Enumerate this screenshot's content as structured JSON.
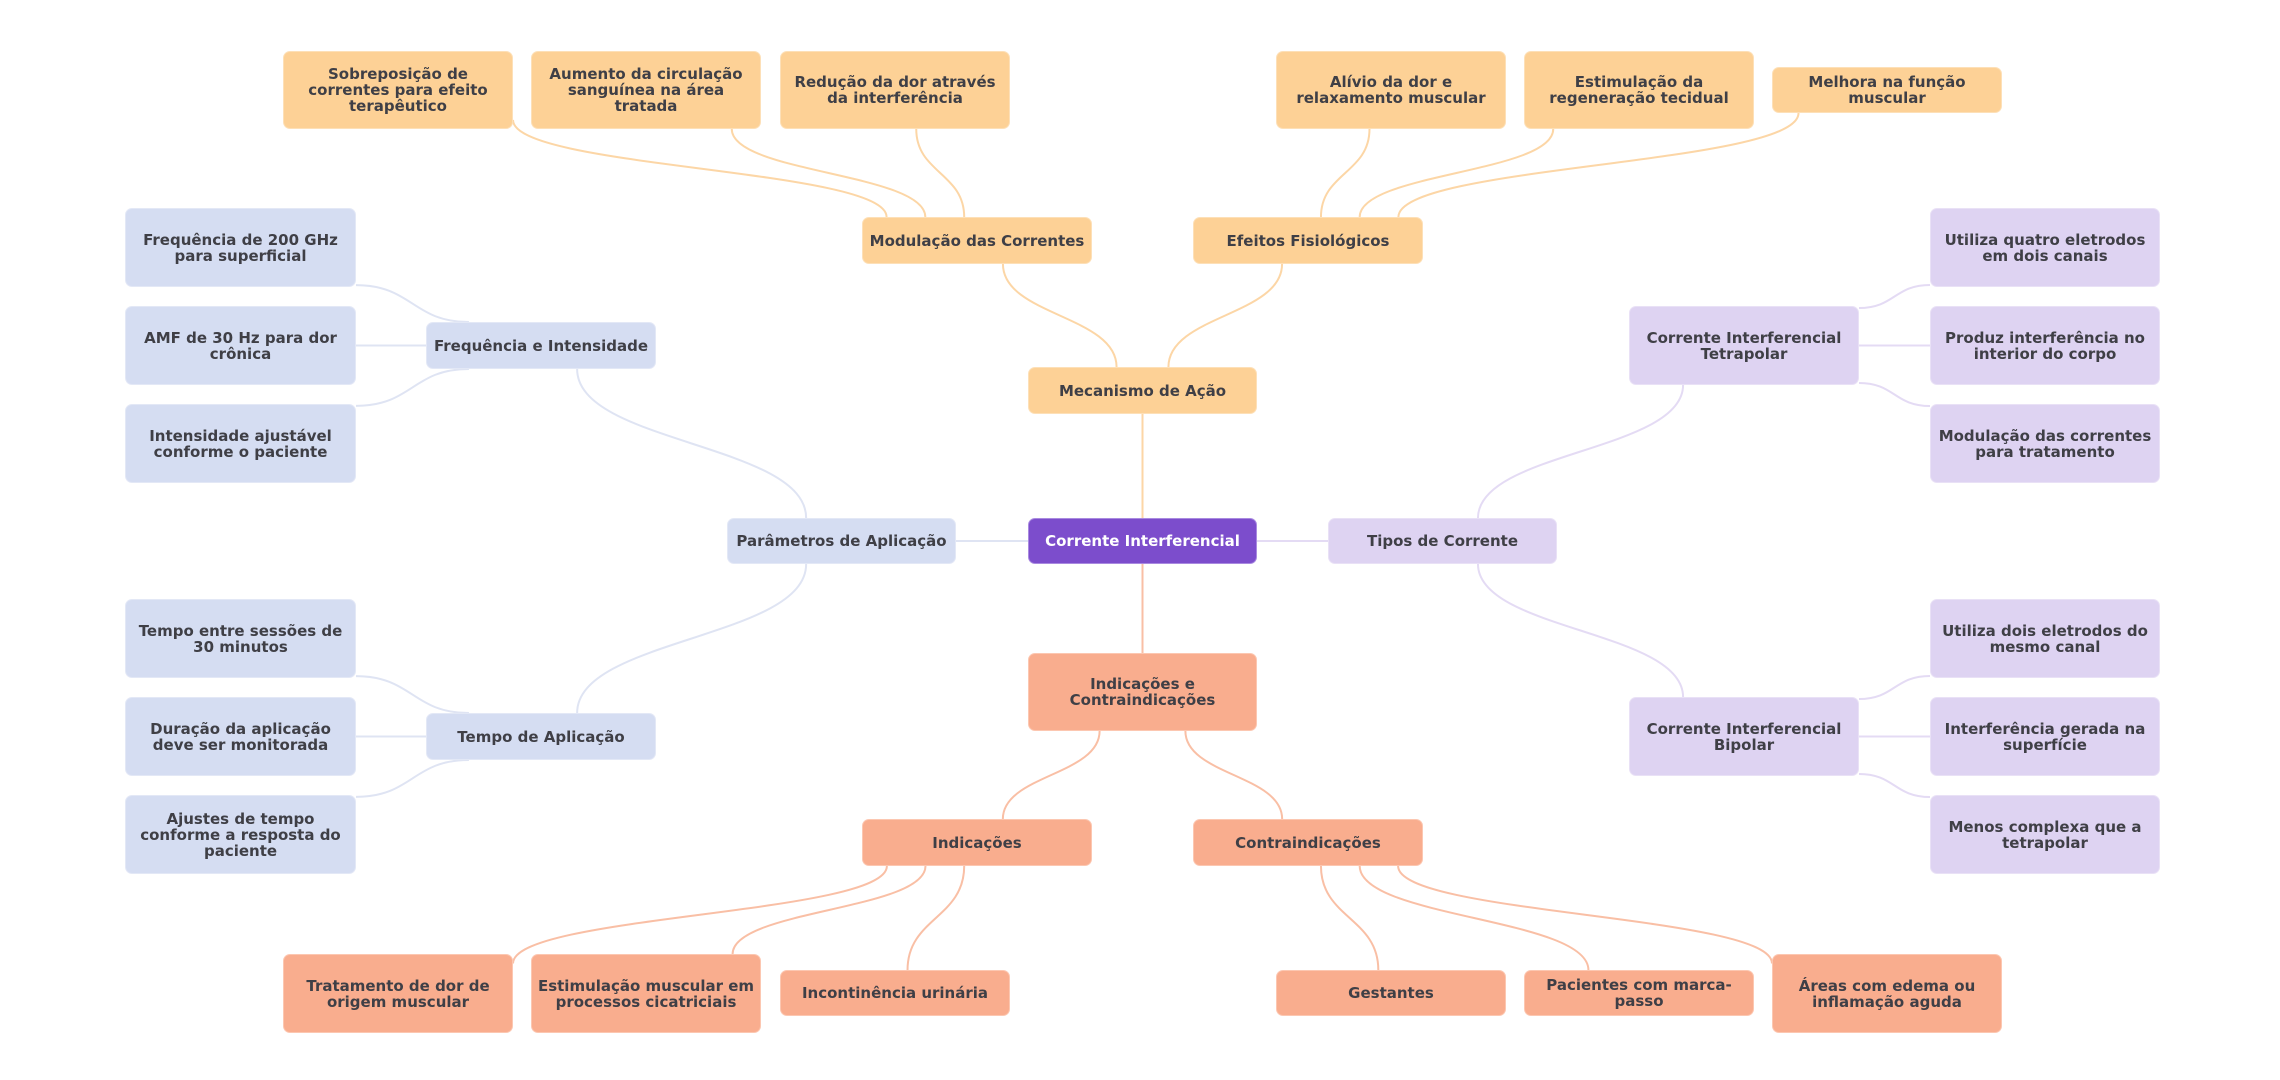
{
  "colors": {
    "root": "#7c4dcc",
    "mecanismo": "#fdd196",
    "indicacoes": "#f9ad8e",
    "parametros": "#d5ddf2",
    "tipos": "#ded3f2",
    "edge_orange": "#fcd6a6",
    "edge_salmon": "#f9bfa5",
    "edge_blue": "#dfe4f3",
    "edge_purple": "#e4dbf4"
  },
  "root": {
    "label": "Corrente Interferencial"
  },
  "branches": {
    "mecanismo": {
      "label": "Mecanismo de Ação",
      "modulacao": {
        "label": "Modulação das Correntes",
        "leaves": [
          "Sobreposição de correntes para efeito terapêutico",
          "Aumento da circulação sanguínea na área tratada",
          "Redução da dor através da interferência"
        ]
      },
      "efeitos": {
        "label": "Efeitos Fisiológicos",
        "leaves": [
          "Alívio da dor e relaxamento muscular",
          "Estimulação da regeneração tecidual",
          "Melhora na função muscular"
        ]
      }
    },
    "parametros": {
      "label": "Parâmetros de Aplicação",
      "frequencia": {
        "label": "Frequência e Intensidade",
        "leaves": [
          "Frequência de 200 GHz para superficial",
          "AMF de 30 Hz para dor crônica",
          "Intensidade ajustável conforme o paciente"
        ]
      },
      "tempo": {
        "label": "Tempo de Aplicação",
        "leaves": [
          "Tempo entre sessões de 30 minutos",
          "Duração da aplicação deve ser monitorada",
          "Ajustes de tempo conforme a resposta do paciente"
        ]
      }
    },
    "tipos": {
      "label": "Tipos de Corrente",
      "tetrapolar": {
        "label": "Corrente Interferencial Tetrapolar",
        "leaves": [
          "Utiliza quatro eletrodos em dois canais",
          "Produz interferência no interior do corpo",
          "Modulação das correntes para tratamento"
        ]
      },
      "bipolar": {
        "label": "Corrente Interferencial Bipolar",
        "leaves": [
          "Utiliza dois eletrodos do mesmo canal",
          "Interferência gerada na superfície",
          "Menos complexa que a tetrapolar"
        ]
      }
    },
    "indicacoes": {
      "label": "Indicações e Contraindicações",
      "ind": {
        "label": "Indicações",
        "leaves": [
          "Tratamento de dor de origem muscular",
          "Estimulação muscular em processos cicatriciais",
          "Incontinência urinária"
        ]
      },
      "contra": {
        "label": "Contraindicações",
        "leaves": [
          "Gestantes",
          "Pacientes com marca-passo",
          "Áreas com edema ou inflamação aguda"
        ]
      }
    }
  }
}
